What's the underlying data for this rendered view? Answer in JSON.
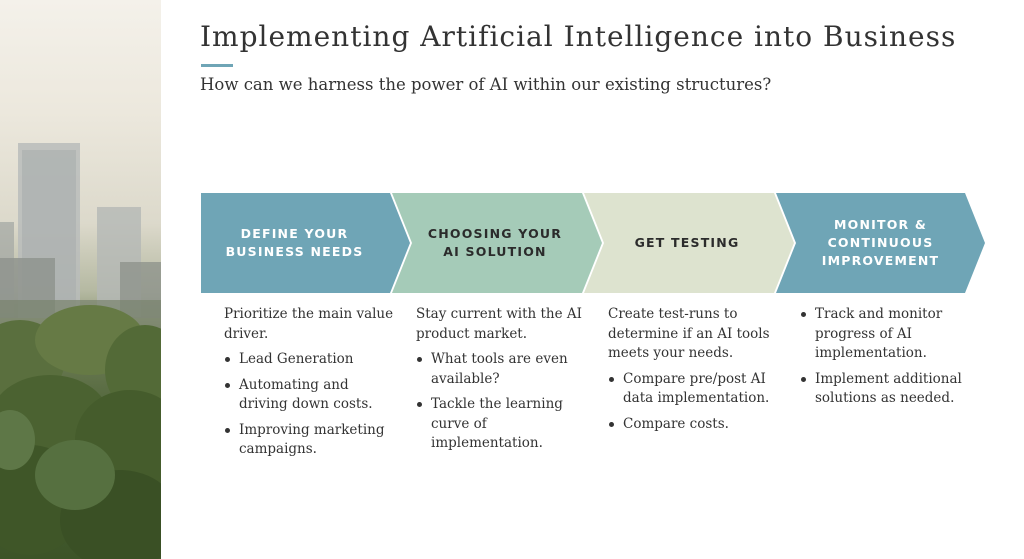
{
  "header": {
    "title": "Implementing Artificial Intelligence into Business",
    "subtitle": "How can we harness the power of AI within our existing structures?"
  },
  "colors": {
    "accent": "#6fa5b6",
    "step1": "#6fa5b6",
    "step2": "#a5cbb8",
    "step3": "#dde3cf",
    "step4": "#6fa5b6"
  },
  "image": {
    "description_icon": "city-skyline-with-trees-photo"
  },
  "steps": [
    {
      "label": "DEFINE YOUR\nBUSINESS NEEDS",
      "intro": "Prioritize the main value driver.",
      "bullets": [
        "Lead Generation",
        "Automating and driving down costs.",
        "Improving marketing campaigns."
      ]
    },
    {
      "label": "CHOOSING YOUR\nAI SOLUTION",
      "intro": "Stay current with the AI product market.",
      "bullets": [
        "What tools are even available?",
        "Tackle the learning curve of implementation."
      ]
    },
    {
      "label": "GET TESTING",
      "intro": "Create test-runs to determine if an AI tools meets your needs.",
      "bullets": [
        "Compare pre/post AI data implementation.",
        "Compare costs."
      ]
    },
    {
      "label": "MONITOR &\nCONTINUOUS\nIMPROVEMENT",
      "intro": "",
      "bullets": [
        "Track and monitor progress of AI implementation.",
        "Implement additional solutions as needed."
      ]
    }
  ]
}
